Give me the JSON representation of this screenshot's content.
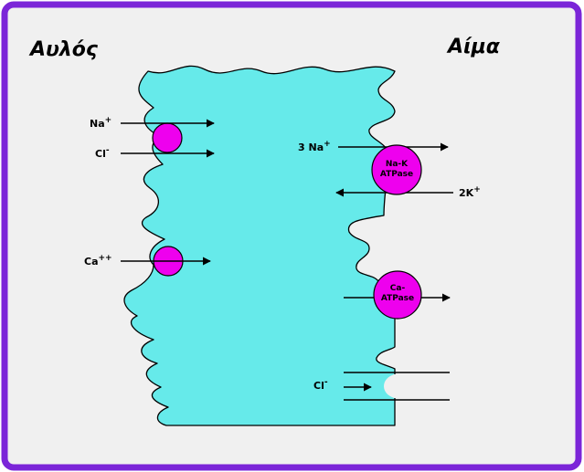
{
  "titles": {
    "lumen": "Αυλός",
    "blood": "Αίμα"
  },
  "apical_transport": [
    {
      "ion": "Na",
      "charge": "+"
    },
    {
      "ion": "Cl",
      "charge": "-"
    },
    {
      "ion": "Ca",
      "charge": "++"
    }
  ],
  "basolateral_transport": {
    "na_out": {
      "stoich": "3 Na",
      "charge": "+"
    },
    "k_in": {
      "stoich": "2K",
      "charge": "+"
    },
    "cl_channel": {
      "ion": "Cl",
      "charge": "-"
    }
  },
  "pumps": [
    {
      "line1": "Na-K",
      "line2": "ATPase"
    },
    {
      "line1": "Ca-",
      "line2": "ATPase"
    }
  ],
  "colors": {
    "frame_border": "#7b25d8",
    "panel": "#f0f0f0",
    "cell": "#66eaea",
    "transporter": "#ee00ee",
    "arrow": "#000000"
  }
}
